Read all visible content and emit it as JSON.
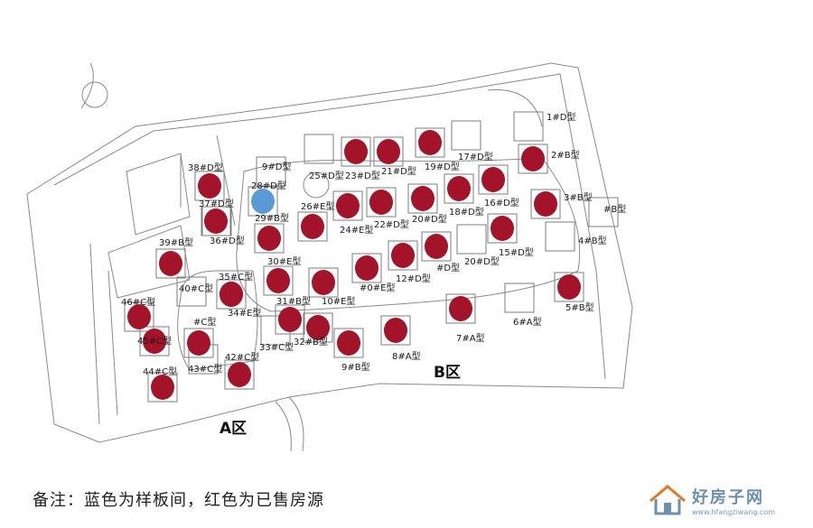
{
  "caption": "备注：蓝色为样板间，红色为已售房源",
  "watermark": {
    "text": "好房子网",
    "url": "www.hfangziwang.com"
  },
  "zones": [
    {
      "label": "A区"
    },
    {
      "label": "B区"
    }
  ],
  "colors": {
    "sold": "#a3132a",
    "sample": "#5b9bd5",
    "line": "#8a8a8a"
  },
  "units": [
    {
      "label": "1#D型",
      "status": "none"
    },
    {
      "label": "2#B型",
      "status": "sold"
    },
    {
      "label": "3#B型",
      "status": "sold"
    },
    {
      "label": "4#B型",
      "status": "none"
    },
    {
      "label": "5#B型",
      "status": "sold"
    },
    {
      "label": "6#A型",
      "status": "none"
    },
    {
      "label": "7#A型",
      "status": "sold"
    },
    {
      "label": "8#A型",
      "status": "sold"
    },
    {
      "label": "9#B型",
      "status": "sold"
    },
    {
      "label": "10#E型",
      "status": "sold"
    },
    {
      "label": "#0#E型",
      "status": "sold"
    },
    {
      "label": "12#D型",
      "status": "sold"
    },
    {
      "label": "#D型",
      "status": "sold"
    },
    {
      "label": "20#D型",
      "status": "none"
    },
    {
      "label": "15#D型",
      "status": "sold"
    },
    {
      "label": "16#D型",
      "status": "sold"
    },
    {
      "label": "17#D型",
      "status": "none"
    },
    {
      "label": "18#D型",
      "status": "sold"
    },
    {
      "label": "19#D型",
      "status": "sold"
    },
    {
      "label": "20#D型",
      "status": "sold"
    },
    {
      "label": "21#D型",
      "status": "sold"
    },
    {
      "label": "22#D型",
      "status": "sold"
    },
    {
      "label": "23#D型",
      "status": "sold"
    },
    {
      "label": "24#E型",
      "status": "sold"
    },
    {
      "label": "25#D型",
      "status": "none"
    },
    {
      "label": "26#E型",
      "status": "sold"
    },
    {
      "label": "28#D型",
      "status": "sample"
    },
    {
      "label": "29#B型",
      "status": "sold"
    },
    {
      "label": "30#E型",
      "status": "sold"
    },
    {
      "label": "31#B型",
      "status": "sold"
    },
    {
      "label": "32#B型",
      "status": "sold"
    },
    {
      "label": "33#C型",
      "status": "none"
    },
    {
      "label": "34#E型",
      "status": "sold"
    },
    {
      "label": "35#C型",
      "status": "sold"
    },
    {
      "label": "36#D型",
      "status": "none"
    },
    {
      "label": "37#D型",
      "status": "sold"
    },
    {
      "label": "38#D型",
      "status": "sold"
    },
    {
      "label": "39#B型",
      "status": "sold"
    },
    {
      "label": "40#C型",
      "status": "none"
    },
    {
      "label": "#C型",
      "status": "sold"
    },
    {
      "label": "42#C型",
      "status": "sold"
    },
    {
      "label": "43#C型",
      "status": "none"
    },
    {
      "label": "44#C型",
      "status": "sold"
    },
    {
      "label": "45#C型",
      "status": "sold"
    },
    {
      "label": "46#C型",
      "status": "sold"
    },
    {
      "label": "9#D型",
      "status": "none"
    },
    {
      "label": "#B型",
      "status": "none"
    }
  ]
}
